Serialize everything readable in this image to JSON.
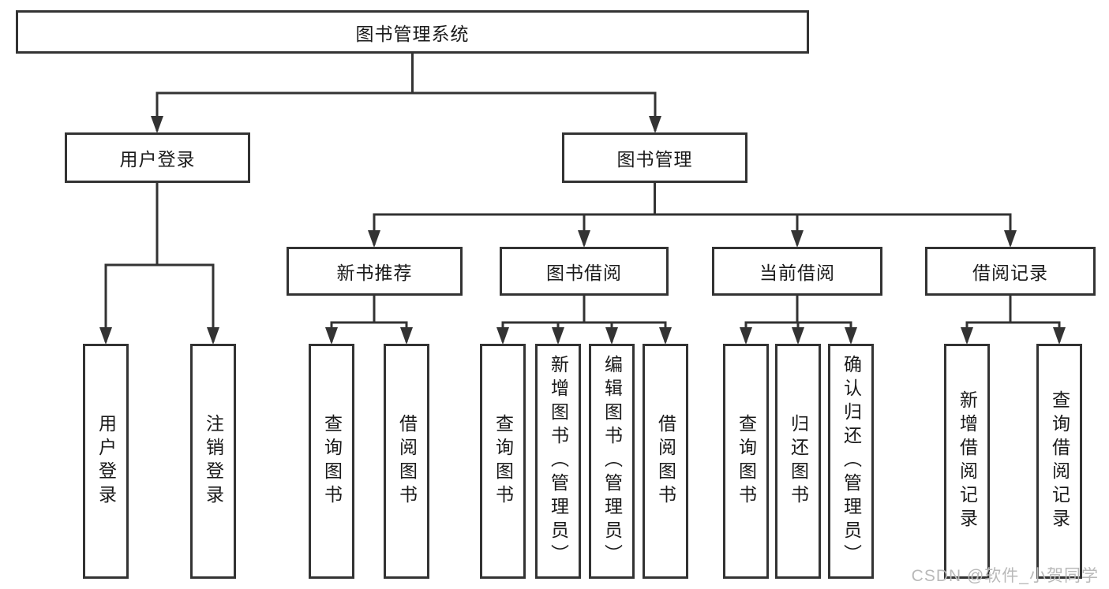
{
  "diagram": {
    "root": "图书管理系统",
    "level2": [
      {
        "id": "user-login",
        "label": "用户登录"
      },
      {
        "id": "book-management",
        "label": "图书管理"
      }
    ],
    "level3": [
      {
        "id": "new-book-recommend",
        "label": "新书推荐"
      },
      {
        "id": "book-borrow",
        "label": "图书借阅"
      },
      {
        "id": "current-borrow",
        "label": "当前借阅"
      },
      {
        "id": "borrow-records",
        "label": "借阅记录"
      }
    ],
    "leaves": {
      "user_login": [
        "用户登录",
        "注销登录"
      ],
      "new_book": [
        "查询图书",
        "借阅图书"
      ],
      "book_borrow": [
        "查询图书",
        "新增图书（管理员）",
        "编辑图书（管理员）",
        "借阅图书"
      ],
      "current_borrow": [
        "查询图书",
        "归还图书",
        "确认归还（管理员）"
      ],
      "records": [
        "新增借阅记录",
        "查询借阅记录"
      ]
    }
  },
  "watermark": "CSDN @软件_小贺同学",
  "colors": {
    "line": "#333333",
    "border": "#333333",
    "text": "#1a1a1a",
    "watermark": "#b9b9b9",
    "background": "#ffffff"
  }
}
